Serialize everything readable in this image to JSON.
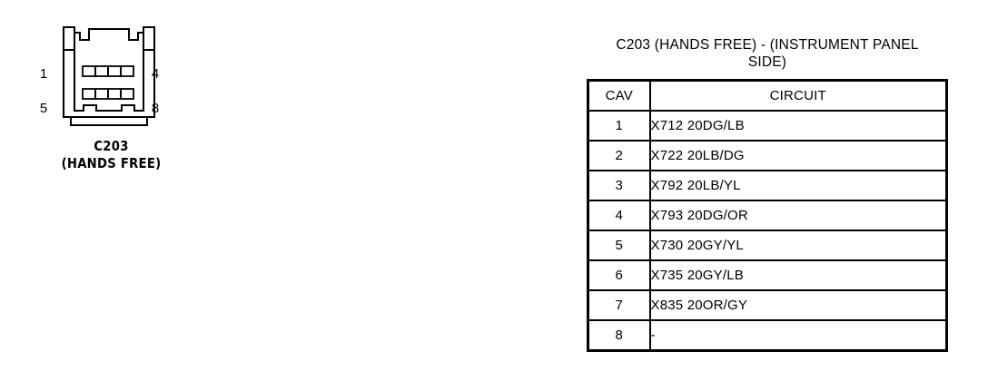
{
  "connector": {
    "name": "C203",
    "description": "(HANDS FREE)",
    "pins": {
      "top_left": "1",
      "bottom_left": "5",
      "top_right": "4",
      "bottom_right": "8"
    },
    "cavity_count": 8,
    "rows": 2,
    "columns": 4
  },
  "table": {
    "title": "C203 (HANDS FREE) - (INSTRUMENT PANEL\nSIDE)",
    "headers": {
      "cav": "CAV",
      "circuit": "CIRCUIT"
    },
    "rows": [
      {
        "cav": "1",
        "circuit": "X712  20DG/LB"
      },
      {
        "cav": "2",
        "circuit": "X722  20LB/DG"
      },
      {
        "cav": "3",
        "circuit": "X792  20LB/YL"
      },
      {
        "cav": "4",
        "circuit": "X793  20DG/OR"
      },
      {
        "cav": "5",
        "circuit": "X730  20GY/YL"
      },
      {
        "cav": "6",
        "circuit": "X735  20GY/LB"
      },
      {
        "cav": "7",
        "circuit": "X835  20OR/GY"
      },
      {
        "cav": "8",
        "circuit": "-"
      }
    ]
  },
  "colors": {
    "line": "#000000",
    "background": "#ffffff"
  }
}
